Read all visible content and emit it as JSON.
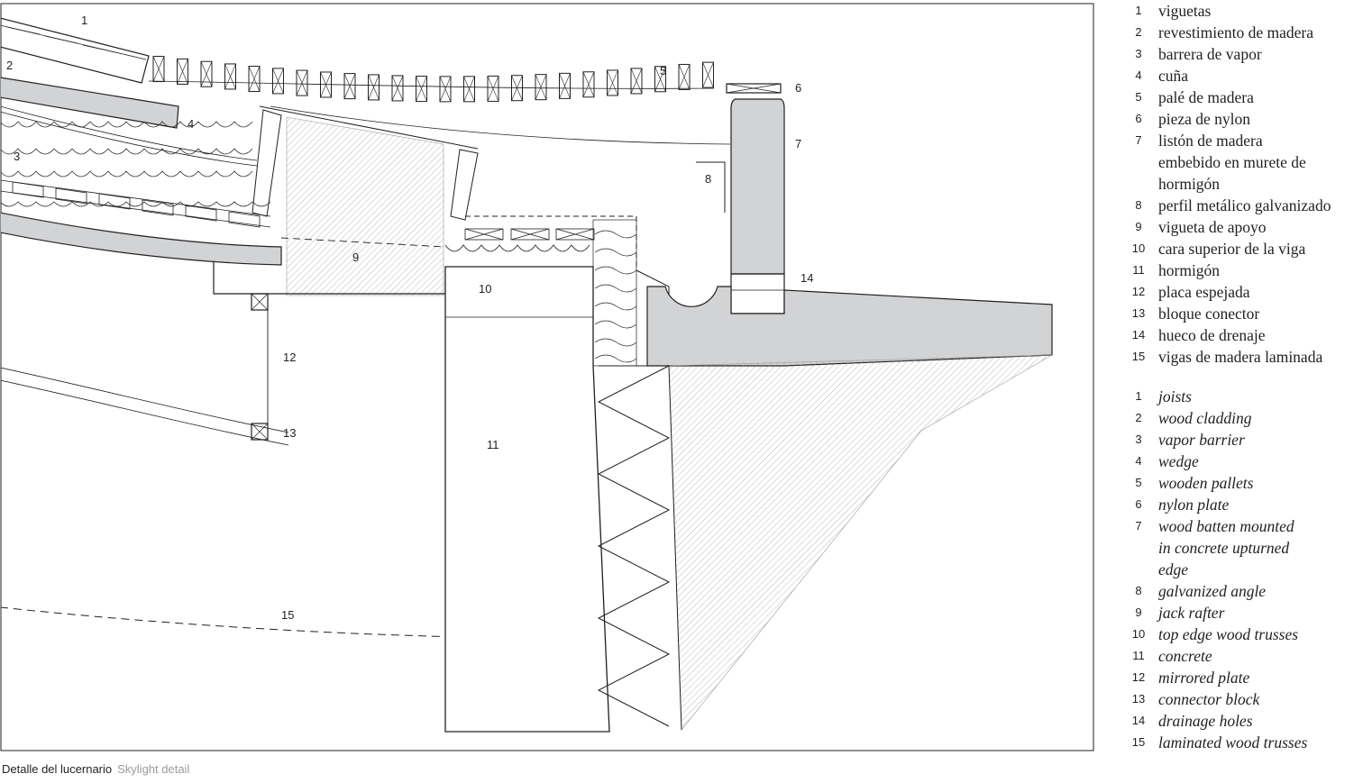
{
  "callouts": [
    "1",
    "2",
    "3",
    "4",
    "5",
    "6",
    "7",
    "8",
    "9",
    "10",
    "11",
    "12",
    "13",
    "14",
    "15"
  ],
  "legend_es": [
    {
      "num": "1",
      "lines": [
        "viguetas"
      ]
    },
    {
      "num": "2",
      "lines": [
        "revestimiento de madera"
      ]
    },
    {
      "num": "3",
      "lines": [
        "barrera de vapor"
      ]
    },
    {
      "num": "4",
      "lines": [
        "cuña"
      ]
    },
    {
      "num": "5",
      "lines": [
        "palé de madera"
      ]
    },
    {
      "num": "6",
      "lines": [
        "pieza de nylon"
      ]
    },
    {
      "num": "7",
      "lines": [
        "listón de madera",
        "embebido en murete de",
        "hormigón"
      ]
    },
    {
      "num": "8",
      "lines": [
        "perfil metálico galvanizado"
      ]
    },
    {
      "num": "9",
      "lines": [
        "vigueta de apoyo"
      ]
    },
    {
      "num": "10",
      "lines": [
        "cara superior de la viga"
      ]
    },
    {
      "num": "11",
      "lines": [
        "hormigón"
      ]
    },
    {
      "num": "12",
      "lines": [
        "placa espejada"
      ]
    },
    {
      "num": "13",
      "lines": [
        "bloque conector"
      ]
    },
    {
      "num": "14",
      "lines": [
        "hueco de drenaje"
      ]
    },
    {
      "num": "15",
      "lines": [
        "vigas de madera laminada"
      ]
    }
  ],
  "legend_en": [
    {
      "num": "1",
      "lines": [
        "joists"
      ]
    },
    {
      "num": "2",
      "lines": [
        "wood cladding"
      ]
    },
    {
      "num": "3",
      "lines": [
        "vapor barrier"
      ]
    },
    {
      "num": "4",
      "lines": [
        "wedge"
      ]
    },
    {
      "num": "5",
      "lines": [
        "wooden pallets"
      ]
    },
    {
      "num": "6",
      "lines": [
        "nylon plate"
      ]
    },
    {
      "num": "7",
      "lines": [
        "wood batten mounted",
        "in concrete upturned",
        "edge"
      ]
    },
    {
      "num": "8",
      "lines": [
        "galvanized angle"
      ]
    },
    {
      "num": "9",
      "lines": [
        "jack rafter"
      ]
    },
    {
      "num": "10",
      "lines": [
        "top edge wood trusses"
      ]
    },
    {
      "num": "11",
      "lines": [
        "concrete"
      ]
    },
    {
      "num": "12",
      "lines": [
        "mirrored plate"
      ]
    },
    {
      "num": "13",
      "lines": [
        "connector block"
      ]
    },
    {
      "num": "14",
      "lines": [
        "drainage holes"
      ]
    },
    {
      "num": "15",
      "lines": [
        "laminated wood trusses"
      ]
    }
  ],
  "caption": {
    "es": "Detalle del lucernario",
    "en": "Skylight detail"
  },
  "colors": {
    "ink": "#231f20",
    "fill_gray": "#d2d3d5",
    "caption_gray": "#9a9a9a"
  }
}
